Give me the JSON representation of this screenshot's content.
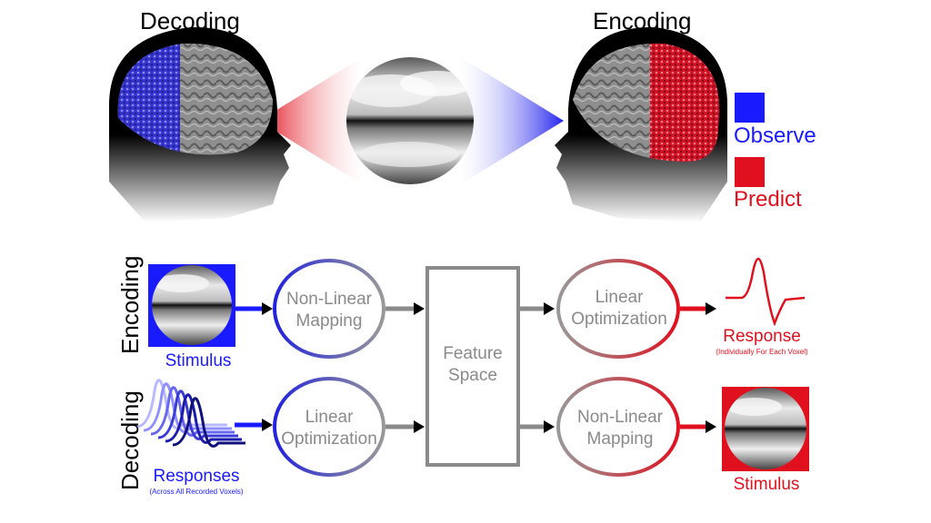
{
  "top": {
    "decoding_title": "Decoding",
    "encoding_title": "Encoding",
    "legend": [
      {
        "label": "Observe",
        "color": "#1a1aff"
      },
      {
        "label": "Predict",
        "color": "#e0101e"
      }
    ]
  },
  "rows": {
    "encoding_label": "Encoding",
    "decoding_label": "Decoding"
  },
  "encoding_row": {
    "input_label": "Stimulus",
    "node1": "Non-Linear\nMapping",
    "node2": "Linear\nOptimization",
    "output_label": "Response",
    "output_note": "(Individually For Each Voxel)"
  },
  "feature_space": "Feature\nSpace",
  "decoding_row": {
    "input_label": "Responses",
    "input_note": "(Across All Recorded Voxels)",
    "node1": "Linear\nOptimization",
    "node2": "Non-Linear\nMapping",
    "output_label": "Stimulus"
  },
  "colors": {
    "blue": "#1a1aff",
    "red": "#e0101e",
    "gray": "#8a8a8a"
  }
}
